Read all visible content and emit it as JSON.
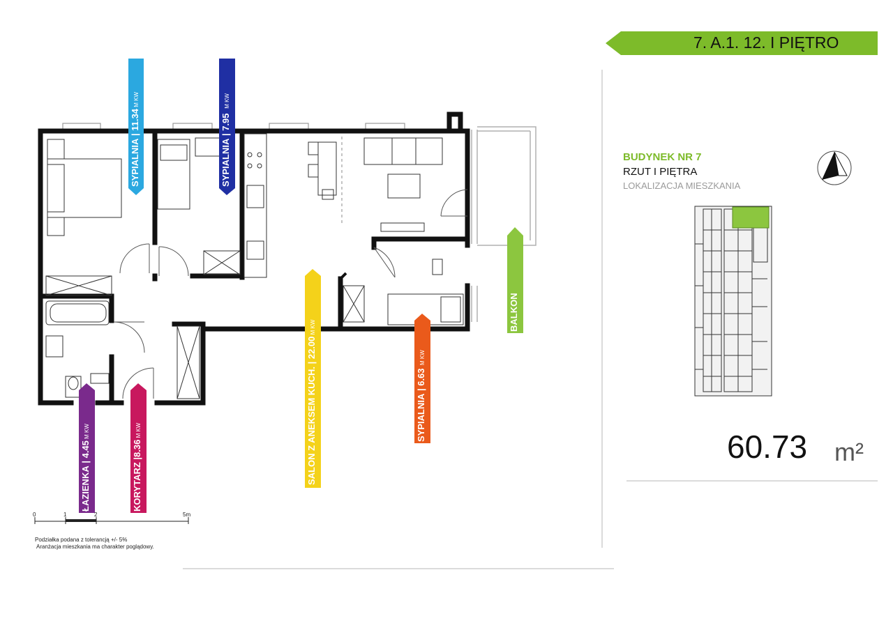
{
  "header": {
    "banner_text": "7.  A.1.  12. I PIĘTRO",
    "banner_color": "#7dbb2a"
  },
  "building": {
    "title": "BUDYNEK NR 7",
    "subtitle": "RZUT I PIĘTRA",
    "caption": "LOKALIZACJA MIESZKANIA"
  },
  "area": {
    "value": "60.73",
    "unit": "m²"
  },
  "rooms": [
    {
      "name": "SYPIALNIA",
      "area": "11.34",
      "unit": "M KW",
      "color": "#2ba8e0"
    },
    {
      "name": "SYPIALNIA",
      "area": "7.95",
      "unit": "M KW",
      "color": "#1f2fa3"
    },
    {
      "name": "SALON Z ANEKSEM KUCH.",
      "area": "22.00",
      "unit": "M KW",
      "color": "#f4d21a"
    },
    {
      "name": "SYPIALNIA",
      "area": "6.63",
      "unit": "M KW",
      "color": "#ea5a1b"
    },
    {
      "name": "BALKON",
      "area": "",
      "unit": "",
      "color": "#8cc63f"
    },
    {
      "name": "ŁAZIENKA",
      "area": "4.45",
      "unit": "M KW",
      "color": "#7a2a8c"
    },
    {
      "name": "KORYTARZ",
      "area": "8.36",
      "unit": "M KW",
      "color": "#c8185e"
    }
  ],
  "scale": {
    "ticks": [
      "0",
      "1",
      "2",
      "5m"
    ],
    "note_1": "Podziałka podana z tolerancją +/- 5%",
    "note_2": "Aranżacja mieszkania ma charakter poglądowy."
  },
  "compass": {
    "icon": "north-arrow-icon"
  },
  "highlight_color": "#8cc63f"
}
